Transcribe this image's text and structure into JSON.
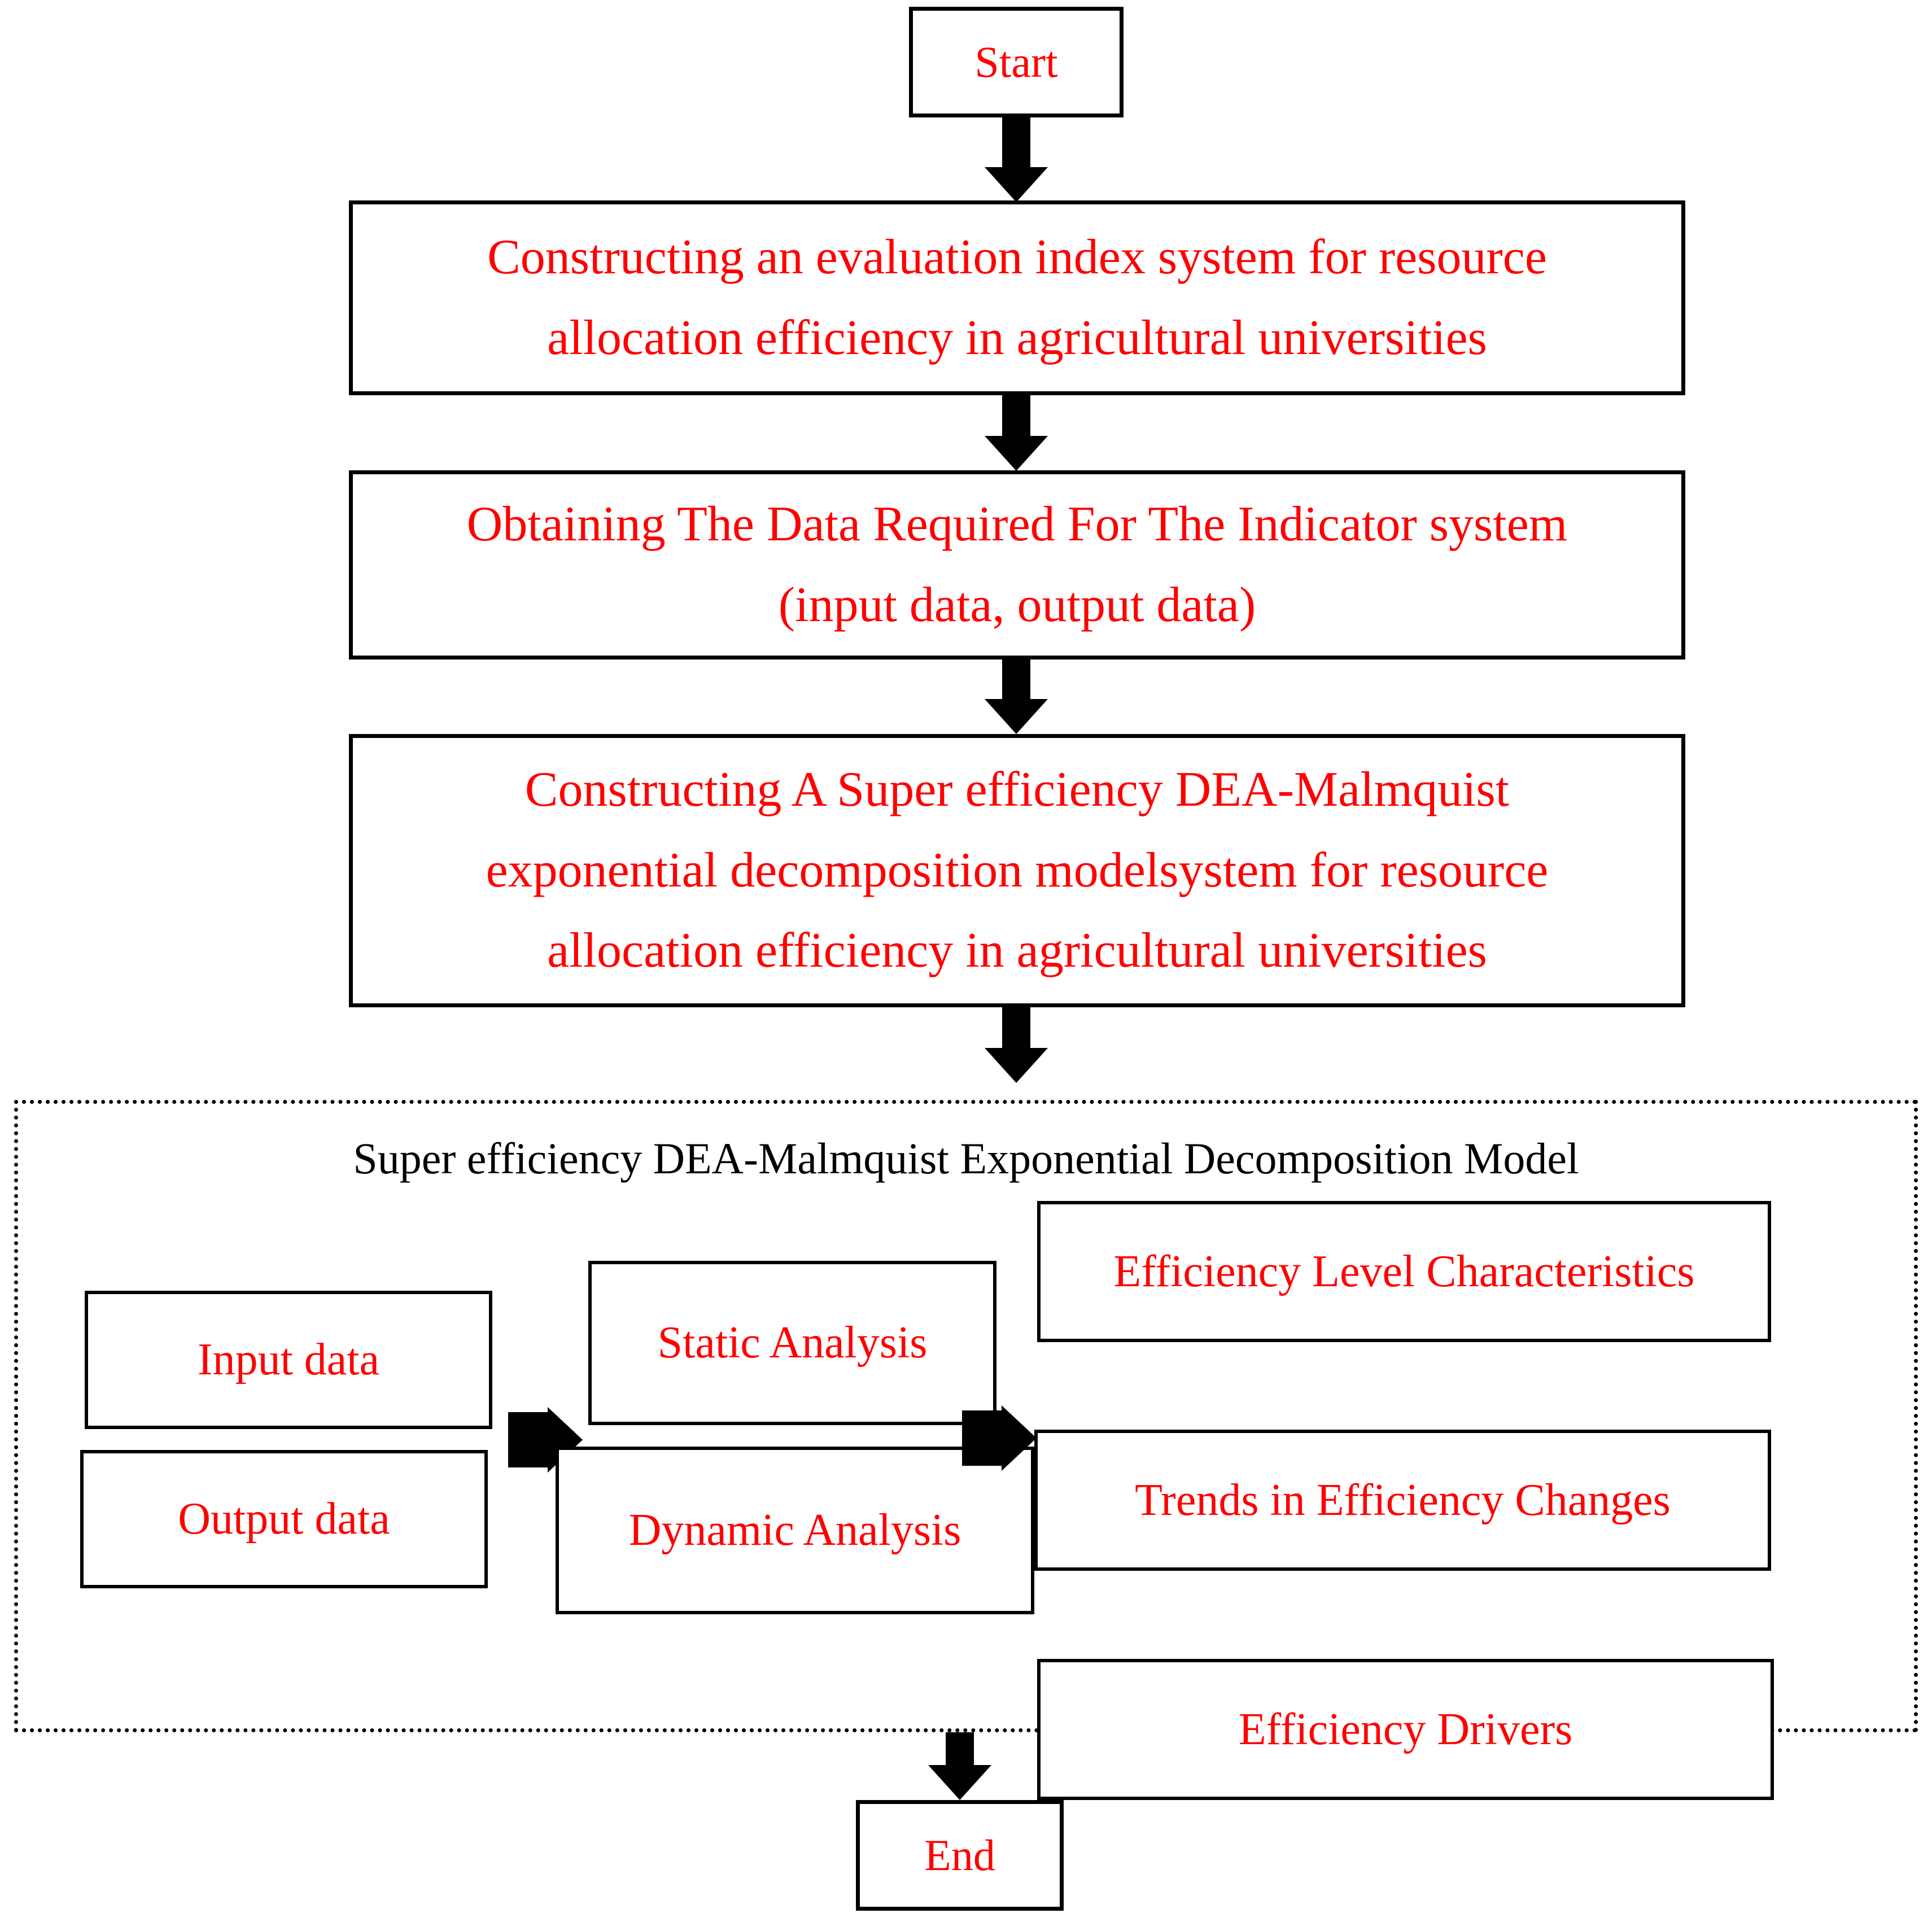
{
  "diagram": {
    "title": "Research methodology flowchart",
    "accent_color": "#FF0000",
    "line_color": "#000000",
    "background": "#FFFFFF"
  },
  "nodes": {
    "start": {
      "label": "Start"
    },
    "step1": {
      "line1": "Constructing an evaluation index system for resource",
      "line2": "allocation efficiency in agricultural universities"
    },
    "step2": {
      "line1": "Obtaining The Data Required For The Indicator system",
      "line2": "(input data, output data)"
    },
    "step3": {
      "line1": "Constructing A Super efficiency DEA-Malmquist",
      "line2": "exponential decomposition modelsystem for resource",
      "line3": "allocation efficiency in agricultural universities"
    },
    "end": {
      "label": "End"
    }
  },
  "model_container": {
    "title": "Super efficiency DEA-Malmquist Exponential Decomposition Model",
    "border_style": "dotted",
    "data_boxes": [
      {
        "label": "Input data"
      },
      {
        "label": "Output data"
      }
    ],
    "analysis_boxes": [
      {
        "label": "Static Analysis"
      },
      {
        "label": "Dynamic Analysis"
      }
    ],
    "result_boxes": [
      {
        "label": "Efficiency Level Characteristics"
      },
      {
        "label": "Trends in Efficiency Changes"
      },
      {
        "label": "Efficiency Drivers"
      }
    ]
  },
  "connectors": [
    {
      "name": "start-to-step1",
      "direction": "down"
    },
    {
      "name": "step1-to-step2",
      "direction": "down"
    },
    {
      "name": "step2-to-step3",
      "direction": "down"
    },
    {
      "name": "step3-to-model",
      "direction": "down"
    },
    {
      "name": "data-to-analysis",
      "direction": "right"
    },
    {
      "name": "analysis-to-results",
      "direction": "right"
    },
    {
      "name": "model-to-end",
      "direction": "down"
    }
  ]
}
